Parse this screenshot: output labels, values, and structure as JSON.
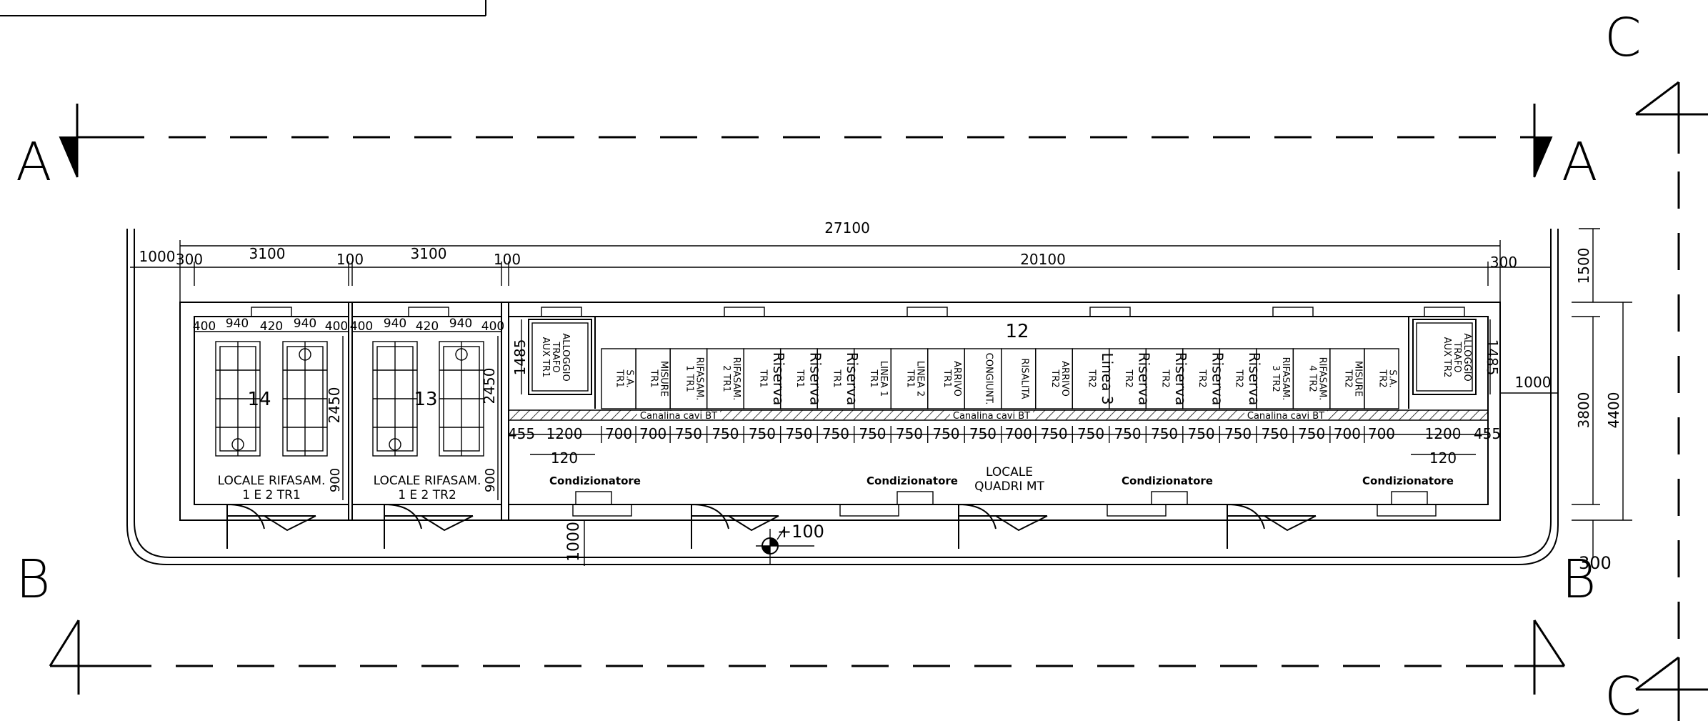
{
  "section_marks": [
    "A",
    "A",
    "B",
    "B",
    "C",
    "C"
  ],
  "overall": {
    "total_length": "27100",
    "room_width_1": "3100",
    "room_width_2": "3100",
    "hall_length": "20100",
    "left_margin": "1000",
    "wall_1": "300",
    "wall_2": "100",
    "wall_3": "100",
    "wall_4": "300",
    "right_margin": "1000",
    "bottom_margin": "1000",
    "height_top": "1500",
    "height_inner": "3800",
    "height_total": "4400",
    "height_bottom": "300"
  },
  "elevation": "+100",
  "rooms": [
    {
      "number": "14",
      "name_line1": "LOCALE RIFASAM.",
      "name_line2": "1 E 2 TR1",
      "dims_top": [
        "400",
        "940",
        "420",
        "940",
        "400"
      ],
      "dim_side": "2450",
      "dim_bottom": "900"
    },
    {
      "number": "13",
      "name_line1": "LOCALE RIFASAM.",
      "name_line2": "1 E 2 TR2",
      "dims_top": [
        "400",
        "940",
        "420",
        "940",
        "400"
      ],
      "dim_side": "2450",
      "dim_bottom": "900"
    }
  ],
  "main_room": {
    "number": "12",
    "name_line1": "LOCALE",
    "name_line2": "QUADRI MT",
    "trafo_left": [
      "ALLOGGIO",
      "TRAFO",
      "AUX TR1"
    ],
    "trafo_right": [
      "ALLOGGIO",
      "TRAFO",
      "AUX TR2"
    ],
    "trafo_dim": "1485",
    "trafo_width": "1200",
    "trafo_gap": "455",
    "trafo_offset": "120",
    "cable_channel": "Canalina cavi BT",
    "aircon": "Condizionatore",
    "panels": [
      {
        "lines": [
          "S.A.",
          "TR1"
        ],
        "width": "700"
      },
      {
        "lines": [
          "MISURE",
          "TR1"
        ],
        "width": "700"
      },
      {
        "lines": [
          "RIFASAM.",
          "1 TR1"
        ],
        "width": "750"
      },
      {
        "lines": [
          "RIFASAM.",
          "2 TR1"
        ],
        "width": "750"
      },
      {
        "lines": [
          "Riserva",
          "TR1"
        ],
        "width": "750"
      },
      {
        "lines": [
          "Riserva",
          "TR1"
        ],
        "width": "750"
      },
      {
        "lines": [
          "Riserva",
          "TR1"
        ],
        "width": "750"
      },
      {
        "lines": [
          "LINEA 1",
          "TR1"
        ],
        "width": "750"
      },
      {
        "lines": [
          "LINEA 2",
          "TR1"
        ],
        "width": "750"
      },
      {
        "lines": [
          "ARRIVO",
          "TR1"
        ],
        "width": "750"
      },
      {
        "lines": [
          "CONGIUNT."
        ],
        "width": "750"
      },
      {
        "lines": [
          "RISALITA"
        ],
        "width": "700"
      },
      {
        "lines": [
          "ARRIVO",
          "TR2"
        ],
        "width": "750"
      },
      {
        "lines": [
          "Linea 3",
          "TR2"
        ],
        "width": "750"
      },
      {
        "lines": [
          "Riserva",
          "TR2"
        ],
        "width": "750"
      },
      {
        "lines": [
          "Riserva",
          "TR2"
        ],
        "width": "750"
      },
      {
        "lines": [
          "Riserva",
          "TR2"
        ],
        "width": "750"
      },
      {
        "lines": [
          "Riserva",
          "TR2"
        ],
        "width": "750"
      },
      {
        "lines": [
          "RIFASAM.",
          "3 TR2"
        ],
        "width": "750"
      },
      {
        "lines": [
          "RIFASAM.",
          "4 TR2"
        ],
        "width": "750"
      },
      {
        "lines": [
          "MISURE",
          "TR2"
        ],
        "width": "700"
      },
      {
        "lines": [
          "S.A.",
          "TR2"
        ],
        "width": "700"
      }
    ]
  }
}
